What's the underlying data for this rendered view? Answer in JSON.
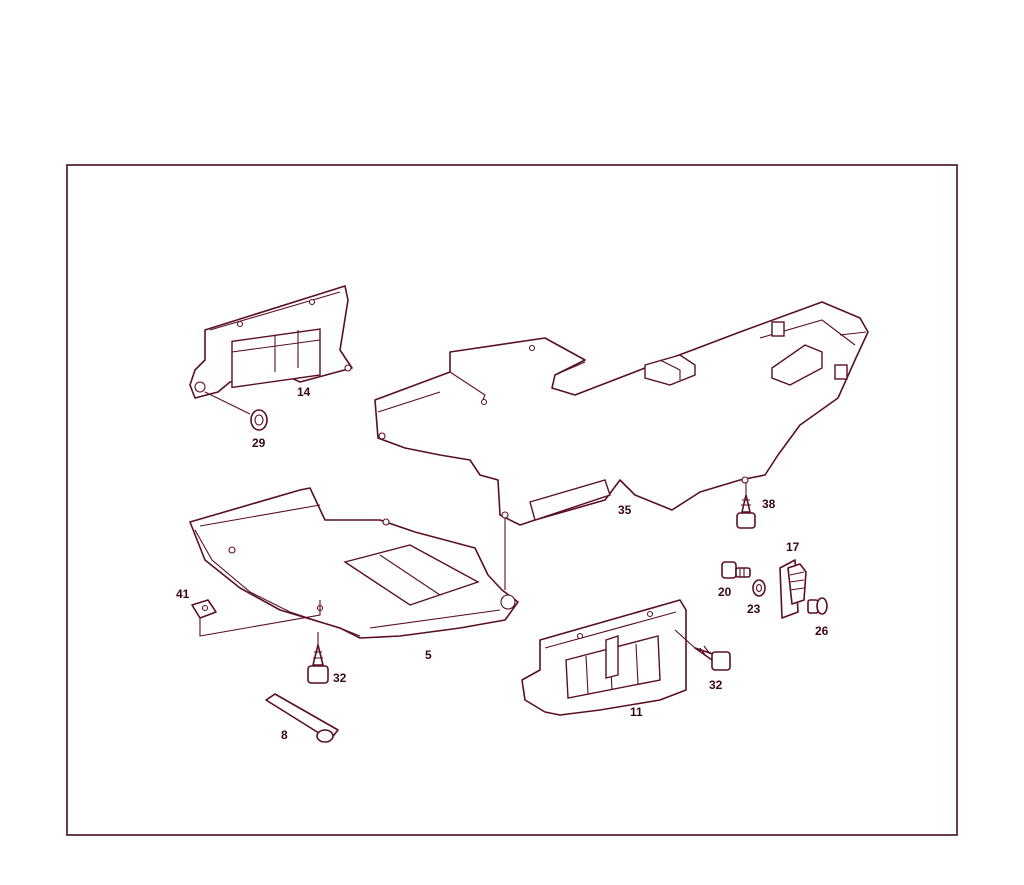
{
  "diagram": {
    "callouts": [
      {
        "id": "14",
        "label": "14"
      },
      {
        "id": "29",
        "label": "29"
      },
      {
        "id": "35",
        "label": "35"
      },
      {
        "id": "38",
        "label": "38"
      },
      {
        "id": "17",
        "label": "17"
      },
      {
        "id": "20",
        "label": "20"
      },
      {
        "id": "23",
        "label": "23"
      },
      {
        "id": "26",
        "label": "26"
      },
      {
        "id": "41",
        "label": "41"
      },
      {
        "id": "5",
        "label": "5"
      },
      {
        "id": "32a",
        "label": "32"
      },
      {
        "id": "32b",
        "label": "32"
      },
      {
        "id": "11",
        "label": "11"
      },
      {
        "id": "8",
        "label": "8"
      }
    ],
    "colors": {
      "line": "#5a0f22",
      "frame": "#4a0a1c",
      "background": "#ffffff"
    }
  }
}
